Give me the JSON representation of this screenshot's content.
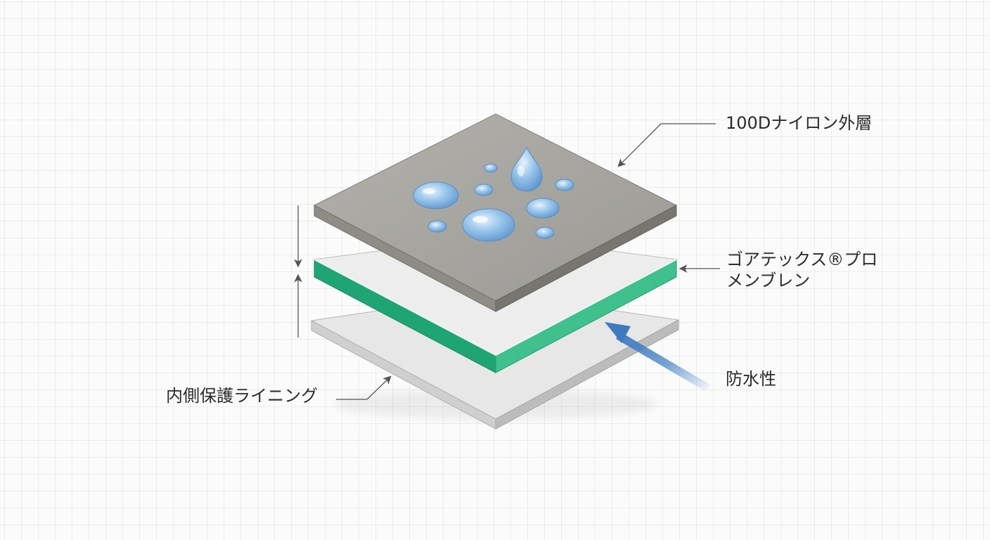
{
  "diagram": {
    "layers": [
      {
        "id": "outer",
        "label": "100Dナイロン外層",
        "top_color": "#a9a8a3",
        "side_color": "#85847f",
        "side_dark": "#6f6e69"
      },
      {
        "id": "membrane",
        "label_lines": [
          "ゴアテックス®プロ",
          "メンブレン"
        ],
        "top_color": "#ececec",
        "side_color": "#1fa574",
        "side_dark": "#14875b"
      },
      {
        "id": "inner",
        "label": "内側保護ライニング",
        "top_color": "#e6e6e6",
        "side_color": "#cfcfcf",
        "side_dark": "#b9b9b9"
      }
    ],
    "property_label": "防水性",
    "colors": {
      "arrow_blue": "#4a86c8",
      "water_drop": "#7fb2e0",
      "line": "#555555"
    }
  }
}
